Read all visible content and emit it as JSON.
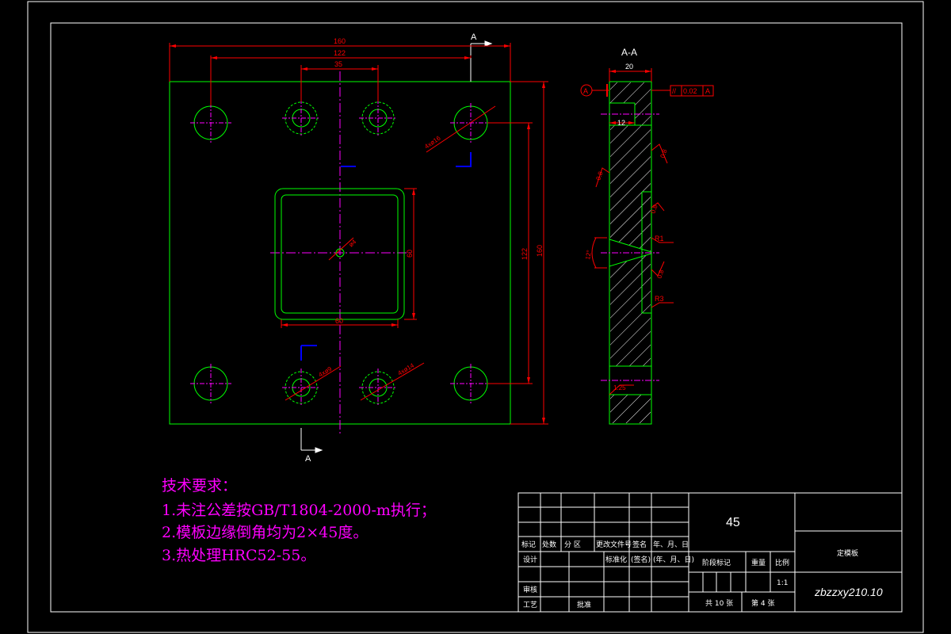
{
  "colors": {
    "background": "#000000",
    "frame": "#ffffff",
    "part_outline": "#00ff00",
    "dimension": "#ff0000",
    "centerline": "#ff00ff",
    "hatch": "#ffffff",
    "requirements_text": "#ff00ff",
    "section_marker": "#0000ff"
  },
  "plan_view": {
    "section_label_top": "A",
    "section_label_bottom": "A",
    "dims": {
      "overall_width": "160",
      "hole_pitch_x": "122",
      "inner_pitch_x": "35",
      "overall_height": "160",
      "hole_pitch_y": "122",
      "pocket_width": "60",
      "pocket_height": "60",
      "large_holes": "4xø16",
      "center_hole": "ø4",
      "small_holes": "4xø9",
      "sleeve_holes": "4xø14"
    }
  },
  "section_view": {
    "title": "A-A",
    "dims": {
      "thickness": "20",
      "counterbore": "12",
      "roughness_1": "0.8",
      "roughness_2": "0.8",
      "roughness_3": "0.8",
      "roughness_4": "0.8",
      "roughness_5": "1.25",
      "radius_1": "R1",
      "radius_2": "R3",
      "angle": "12°"
    },
    "datum": "A",
    "tolerance_symbol": "//",
    "tolerance_value": "0.02",
    "tolerance_datum": "A"
  },
  "requirements": {
    "heading": "技术要求：",
    "line1": "1.未注公差按GB/T1804-2000-m执行；",
    "line2": "2.模板边缘倒角均为2×45度。",
    "line3": "3.热处理HRC52-55。"
  },
  "title_block": {
    "material": "45",
    "part_name": "定模板",
    "drawing_number": "zbzzxy210.10",
    "headers": [
      "标记",
      "处数",
      "分 区",
      "更改文件号",
      "签名",
      "年、月、日"
    ],
    "design": "设计",
    "standardize": "标准化",
    "sign": "(签名)",
    "date": "(年、月、日)",
    "stage_mark": "阶段标记",
    "weight": "重量",
    "scale_label": "比例",
    "scale_value": "1:1",
    "review": "审核",
    "process": "工艺",
    "approve": "批准",
    "total_sheets": "共 10 张",
    "sheet_no": "第 4 张"
  }
}
